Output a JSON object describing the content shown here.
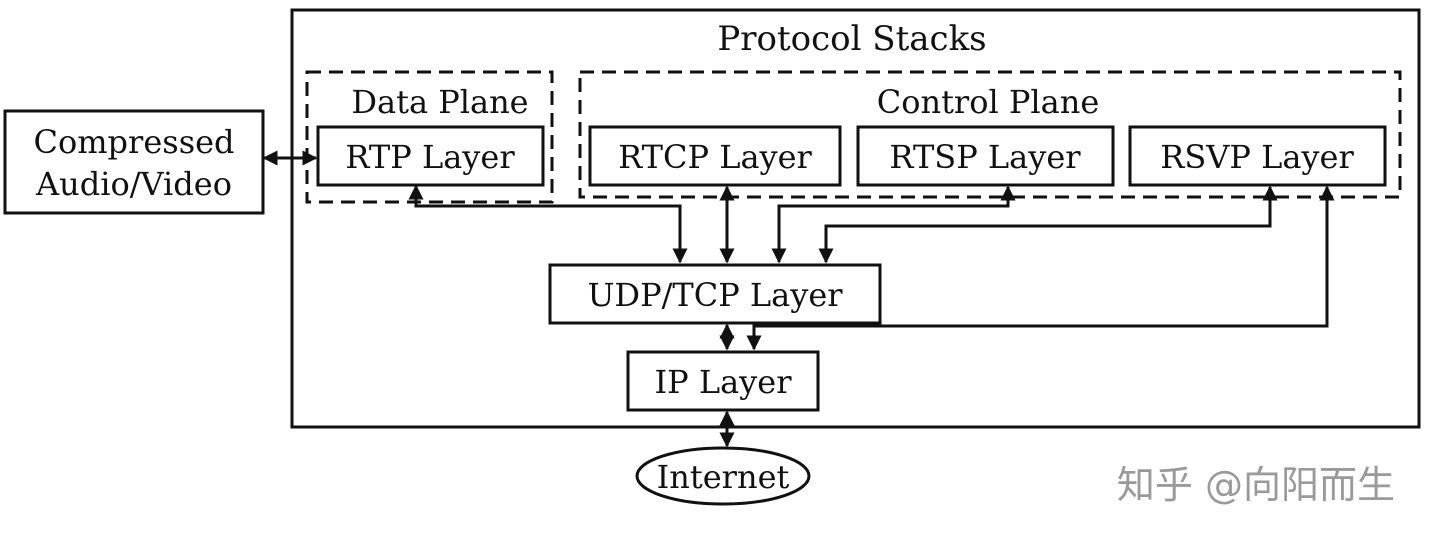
{
  "diagram": {
    "title": "Protocol Stacks",
    "source_line1": "Compressed",
    "source_line2": "Audio/Video",
    "data_plane": {
      "label": "Data Plane",
      "rtp": "RTP Layer"
    },
    "control_plane": {
      "label": "Control Plane",
      "rtcp": "RTCP Layer",
      "rtsp": "RTSP Layer",
      "rsvp": "RSVP Layer"
    },
    "transport": "UDP/TCP Layer",
    "network": "IP Layer",
    "internet": "Internet"
  },
  "watermark": "知乎 @向阳而生"
}
